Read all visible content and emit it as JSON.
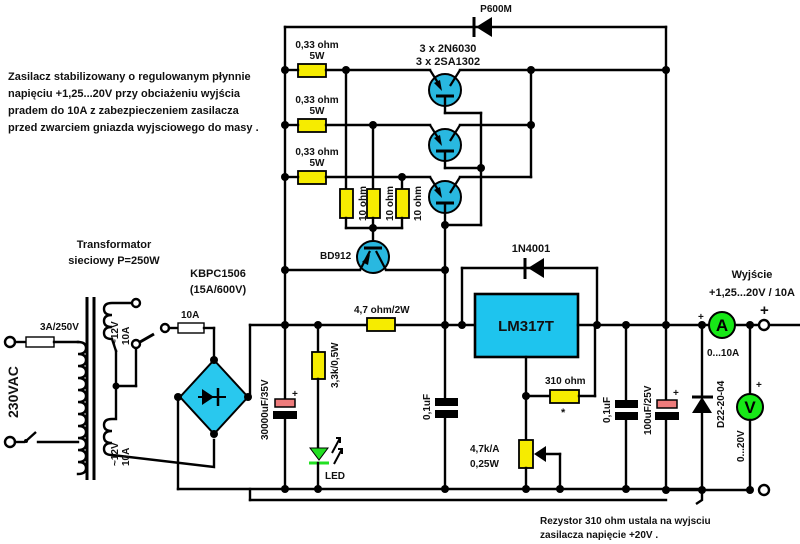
{
  "description": {
    "lines": [
      "Zasilacz stabilizowany o regulowanym płynnie",
      "napięciu +1,25...20V przy obciażeniu wyjścia",
      "pradem do 10A  z zabezpieczeniem zasilacza",
      "przed zwarciem gniazda wyjsciowego do masy ."
    ]
  },
  "transformer": {
    "title_line1": "Transformator",
    "title_line2": "sieciowy P=250W",
    "winding_upper_v": "~12V",
    "winding_upper_a": "10A",
    "winding_lower_v": "~12V",
    "winding_lower_a": "10A"
  },
  "mains": {
    "label": "230VAC",
    "fuse": "3A/250V"
  },
  "bridge": {
    "name_line1": "KBPC1506",
    "name_line2": "(15A/600V)",
    "fuse": "10A"
  },
  "components": {
    "cap_main": "30000uF/35V",
    "led_resistor": "3,3k/0,5W",
    "led": "LED",
    "r_47": "4,7 ohm/2W",
    "cap_01_a": "0,1uF",
    "cap_01_b": "0,1uF",
    "cap_out": "100uF/25V",
    "regulator": "LM317T",
    "diode_1n": "1N4001",
    "r_310": "310 ohm",
    "r_310_mark": "*",
    "pot_line1": "4,7k/A",
    "pot_line2": "0,25W",
    "diode_p600": "P600M",
    "transistors_line1": "3 x 2N6030",
    "transistors_line2": "3 x 2SA1302",
    "bd912": "BD912",
    "r_emitter": [
      {
        "line1": "0,33 ohm",
        "line2": "5W"
      },
      {
        "line1": "0,33 ohm",
        "line2": "5W"
      },
      {
        "line1": "0,33 ohm",
        "line2": "5W"
      }
    ],
    "r_base": [
      "10 ohm",
      "10 ohm",
      "10 ohm"
    ],
    "diode_d22": "D22-20-04"
  },
  "output": {
    "title": "Wyjście",
    "range": "+1,25...20V / 10A",
    "ammeter": "A",
    "ammeter_range": "0...10A",
    "voltmeter": "V",
    "voltmeter_range": "0...20V",
    "plus": "+"
  },
  "note": {
    "line1": "Rezystor 310 ohm ustala na wyjsciu",
    "line2": "zasilacza napięcie +20V ."
  }
}
